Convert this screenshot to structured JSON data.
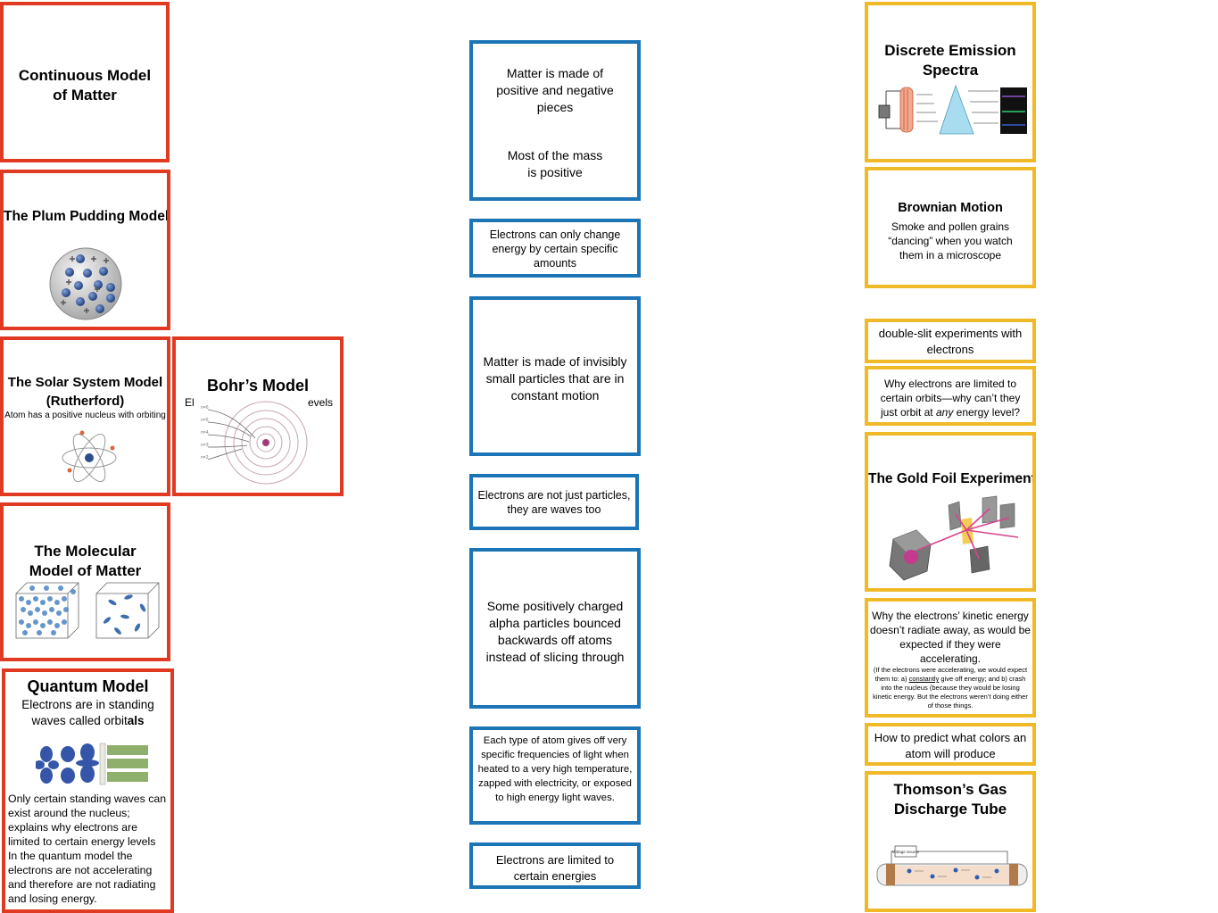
{
  "colors": {
    "red_border": "#e03a22",
    "blue_border": "#1b75b7",
    "gold_border": "#f0b928"
  },
  "models": {
    "continuous": {
      "title": "Continuous Model of Matter"
    },
    "plum": {
      "title": "The Plum Pudding Model",
      "image": "plum-pudding-atom-diagram"
    },
    "solar": {
      "title_line1": "The Solar System Model",
      "title_line2": "(Rutherford)",
      "desc": "Atom has a positive nucleus with orbiting",
      "image": "atom-orbit-diagram"
    },
    "bohr": {
      "title": "Bohr’s Model",
      "desc_left": "El",
      "desc_right": "evels",
      "image": "bohr-energy-levels-diagram",
      "level_labels": [
        "n=6",
        "n=5",
        "n=4",
        "n=3",
        "n=2"
      ]
    },
    "molecular": {
      "title": "The Molecular Model of Matter",
      "image": "molecule-boxes-diagram"
    },
    "quantum": {
      "title": "Quantum Model",
      "subtitle_a": "Electrons are in standing waves called orbit",
      "subtitle_b": "als",
      "image": "orbitals-diagram",
      "para1": "Only certain standing waves can exist around the nucleus; explains why electrons are limited to certain energy levels",
      "para2": "In the quantum model the electrons are not accelerating and therefore are not radiating and losing energy."
    }
  },
  "features": {
    "charges": {
      "line1": "Matter is made of positive and negative pieces",
      "line2": "Most of the mass is positive"
    },
    "energy_change": "Electrons can only change energy by certain specific amounts",
    "invisible": "Matter is made of invisibly small particles that are in constant motion",
    "waves": "Electrons are not just particles, they are waves too",
    "alpha": "Some positively charged alpha particles bounced backwards off atoms instead of slicing through",
    "frequencies": "Each type of atom gives off very specific frequencies of light when heated to a very high temperature, zapped with electricity, or exposed to high energy light waves.",
    "limited": "Electrons are limited to certain energies"
  },
  "evidence": {
    "emission": {
      "title": "Discrete Emission Spectra",
      "image": "spectroscope-diagram"
    },
    "brownian": {
      "title": "Brownian Motion",
      "desc": "Smoke and pollen grains “dancing” when you watch them in a microscope"
    },
    "double_slit": "double-slit experiments with electrons",
    "orbits_q": {
      "before": "Why electrons are limited to certain orbits—why can’t they just orbit at ",
      "em": "any",
      "after": " energy level?"
    },
    "gold_foil": {
      "title": "The Gold Foil Experiment",
      "image": "gold-foil-apparatus"
    },
    "radiate": {
      "main": "Why the electrons’ kinetic energy doesn’t radiate away, as would be expected if they were accelerating.",
      "note_a": "(If the electrons were accelerating, we would expect them to: a) ",
      "note_u": "constantly",
      "note_b": " give off energy; and b) crash into the nucleus (because they would be losing kinetic energy. But the electrons weren’t doing either of those things."
    },
    "colors_q": "How to predict what colors an atom will produce",
    "thomson": {
      "title": "Thomson’s Gas Discharge Tube",
      "image": "discharge-tube-diagram",
      "source_label": "Voltage Source"
    }
  }
}
